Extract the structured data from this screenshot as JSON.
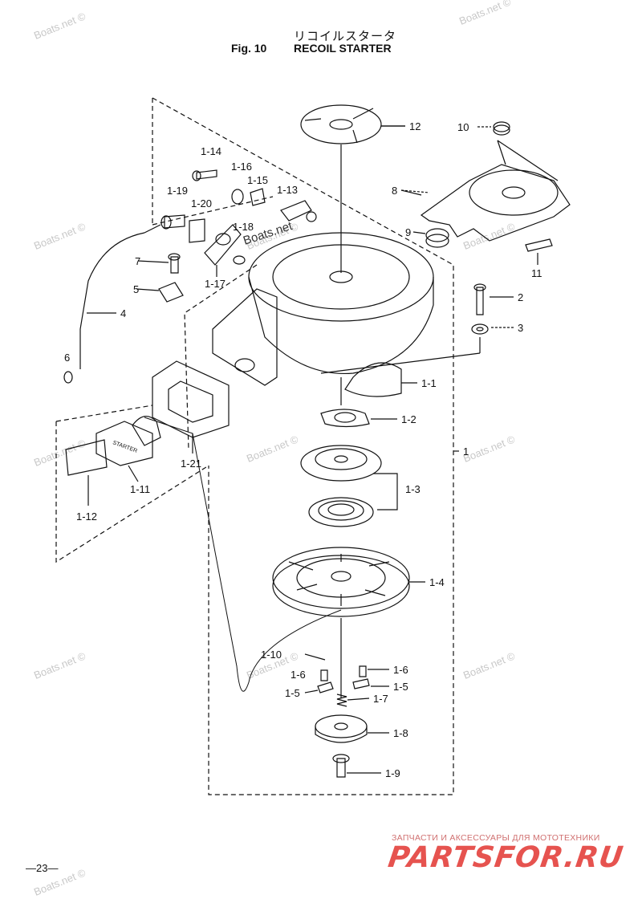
{
  "header": {
    "title_jp": "リコイルスタータ",
    "fig_no": "Fig. 10",
    "fig_title": "RECOIL STARTER"
  },
  "diagram": {
    "part_labels": [
      "12",
      "10",
      "8",
      "9",
      "11",
      "2",
      "3",
      "1-1",
      "1-2",
      "1",
      "1-3",
      "1-4",
      "1-10",
      "1-6",
      "1-6",
      "1-5",
      "1-5",
      "1-7",
      "1-8",
      "1-9",
      "1-14",
      "1-16",
      "1-15",
      "1-13",
      "1-19",
      "1-20",
      "1-18",
      "7",
      "5",
      "1-17",
      "4",
      "6",
      "1-21",
      "1-11",
      "1-12"
    ],
    "inline_text": {
      "starter_handle": "STARTER",
      "floating_brand": "Boats.net"
    }
  },
  "watermarks": [
    "Boats.net ©",
    "Boats.net ©",
    "Boats.net ©",
    "Boats.net ©",
    "Boats.net ©",
    "Boats.net ©",
    "Boats.net ©",
    "Boats.net ©",
    "Boats.net ©",
    "Boats.net ©",
    "Boats.net ©",
    "Boats.net ©"
  ],
  "footer": {
    "page_number": "—23—",
    "promo_caption": "ЗАПЧАСТИ И АКСЕССУАРЫ ДЛЯ МОТОТЕХНИКИ",
    "promo_logo": "PARTSFOR.RU"
  },
  "colors": {
    "ink": "#111111",
    "watermark": "#c8c8c8",
    "promo": "#e6534f"
  }
}
